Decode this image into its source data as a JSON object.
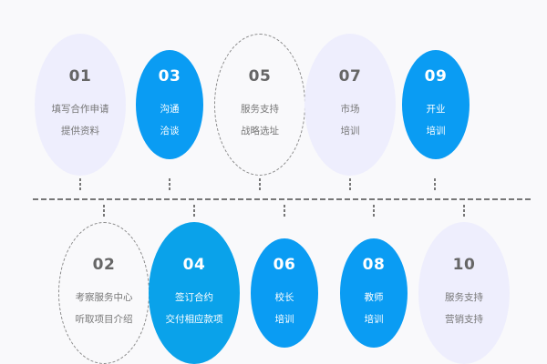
{
  "colors": {
    "background": "#f9f9fb",
    "blue": "#0a9cf3",
    "lavender": "#eeeefd",
    "dashed_border": "#8a8a8a",
    "text_gray": "#777777"
  },
  "top_row": [
    {
      "number": "01",
      "lines": [
        "填写合作申请",
        "提供资料"
      ],
      "style": "lavender"
    },
    {
      "number": "03",
      "lines": [
        "沟通",
        "洽谈"
      ],
      "style": "blue"
    },
    {
      "number": "05",
      "lines": [
        "服务支持",
        "战略选址"
      ],
      "style": "dashed"
    },
    {
      "number": "07",
      "lines": [
        "市场",
        "培训"
      ],
      "style": "lavender"
    },
    {
      "number": "09",
      "lines": [
        "开业",
        "培训"
      ],
      "style": "blue"
    }
  ],
  "bottom_row": [
    {
      "number": "02",
      "lines": [
        "考察服务中心",
        "听取项目介绍"
      ],
      "style": "dashed"
    },
    {
      "number": "04",
      "lines": [
        "签订合约",
        "交付相应款项"
      ],
      "style": "blue"
    },
    {
      "number": "06",
      "lines": [
        "校长",
        "培训"
      ],
      "style": "blue"
    },
    {
      "number": "08",
      "lines": [
        "教师",
        "培训"
      ],
      "style": "blue"
    },
    {
      "number": "10",
      "lines": [
        "服务支持",
        "营销支持"
      ],
      "style": "lavender"
    }
  ]
}
